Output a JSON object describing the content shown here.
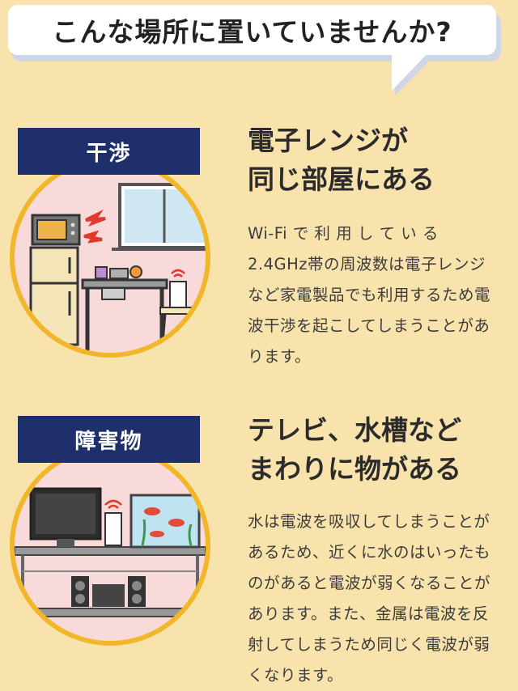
{
  "header": {
    "title": "こんな場所に置いていませんか?"
  },
  "sections": [
    {
      "tag": "干渉",
      "headline_line1": "電子レンジが",
      "headline_line2": "同じ部屋にある",
      "body": "Wi-Fi で 利 用 し て い る 2.4GHz帯の周波数は電子レンジなど家電製品でも利用するため電波干渉を起こしてしまうことがあります。"
    },
    {
      "tag": "障害物",
      "headline_line1": "テレビ、水槽など",
      "headline_line2": "まわりに物がある",
      "body": "水は電波を吸収してしまうことがあるため、近くに水のはいったものがあると電波が弱くなることがあります。また、金属は電波を反射してしまうため同じく電波が弱くなります。"
    }
  ],
  "colors": {
    "background": "#f9e3ad",
    "tag_bg": "#1f2f6b",
    "circle_border": "#f2b62a",
    "circle_fill": "#f8dada"
  }
}
